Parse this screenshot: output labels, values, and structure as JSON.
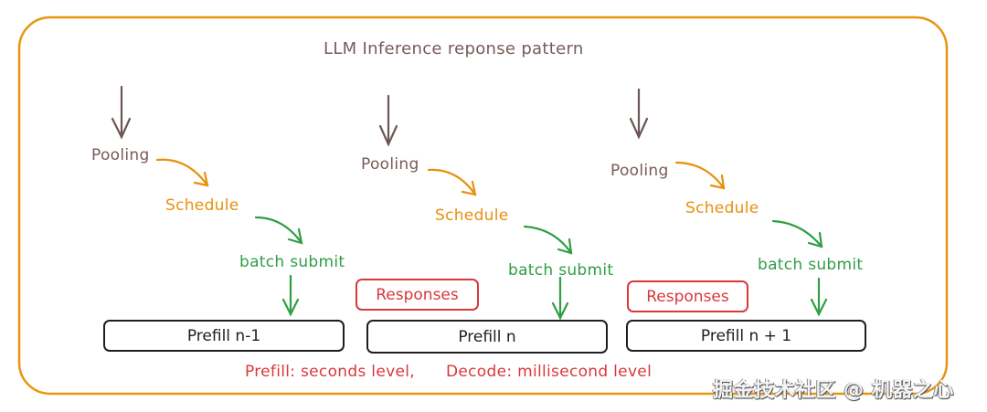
{
  "diagram": {
    "title": "LLM Inference reponse pattern",
    "colors": {
      "frame": "#e8960f",
      "pooling": "#7a5a5a",
      "schedule": "#e8900c",
      "batch": "#2f9e44",
      "prefill": "#1e1e1e",
      "responses": "#d9383b"
    },
    "columns": [
      {
        "pooling": "Pooling",
        "schedule": "Schedule",
        "batch_submit": "batch submit",
        "prefill": "Prefill n-1",
        "responses": null
      },
      {
        "pooling": "Pooling",
        "schedule": "Schedule",
        "batch_submit": "batch submit",
        "prefill": "Prefill n",
        "responses": "Responses"
      },
      {
        "pooling": "Pooling",
        "schedule": "Schedule",
        "batch_submit": "batch submit",
        "prefill": "Prefill n + 1",
        "responses": "Responses"
      }
    ],
    "footer": {
      "prefill_note": "Prefill: seconds level,",
      "decode_note": "Decode: millisecond level"
    },
    "watermark": "掘金技术社区 @ 机器之心"
  }
}
